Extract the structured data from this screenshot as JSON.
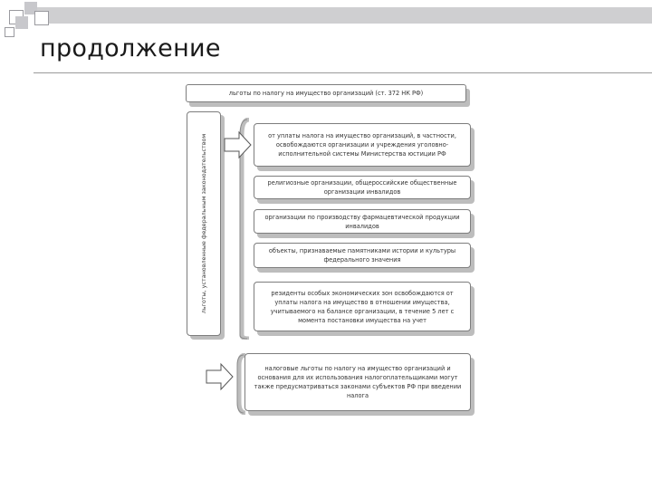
{
  "slide": {
    "title": "продолжение"
  },
  "diagram": {
    "header": "льготы по налогу на имущество организаций (ст. 372 НК РФ)",
    "side_label": "льготы, установленные федеральным законодательством",
    "items": [
      "от уплаты налога на имущество организаций, в частности, освобождаются организации и учреждения уголовно-исполнительной системы Министерства юстиции РФ",
      "религиозные организации, общероссийские общественные организации инвалидов",
      "организации по производству фармацевтической продукции инвалидов",
      "объекты, признаваемые памятниками истории и культуры федерального значения",
      "резиденты особых экономических зон освобождаются от уплаты налога на имущество в отношении имущества, учитываемого на балансе организации, в течение 5 лет с момента постановки имущества на учет"
    ],
    "regional_note": "налоговые льготы по налогу на имущество организаций и основания для их использования налогоплательщиками могут также предусматриваться законами субъектов РФ при введении налога"
  },
  "colors": {
    "box_border": "#7d7d7d",
    "box_shadow": "#bdbdbd",
    "corner_square": "#c8c8cc",
    "top_bar": "#cfcfd1"
  },
  "icons": [
    "corner-squares-decoration",
    "arrow-right-icon"
  ]
}
